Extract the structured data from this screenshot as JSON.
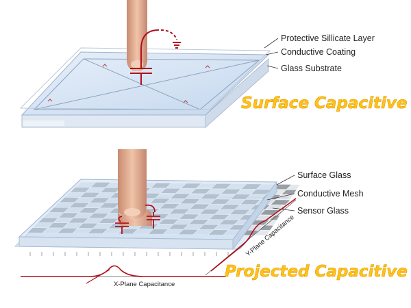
{
  "top": {
    "title": "Surface Capacitive",
    "layers": [
      "Protective Sillicate Layer",
      "Conductive Coating",
      "Glass Substrate"
    ]
  },
  "bottom": {
    "title": "Projected Capacitive",
    "layers": [
      "Surface Glass",
      "Conductive Mesh",
      "Sensor Glass"
    ],
    "x_plane_label": "X-Plane Capacitance",
    "y_plane_label": "Y-Plane Capacitance"
  },
  "colors": {
    "title_fill": "#ffc21a",
    "signal_red": "#b0101a",
    "glass_blue": "#c9dcf0"
  }
}
